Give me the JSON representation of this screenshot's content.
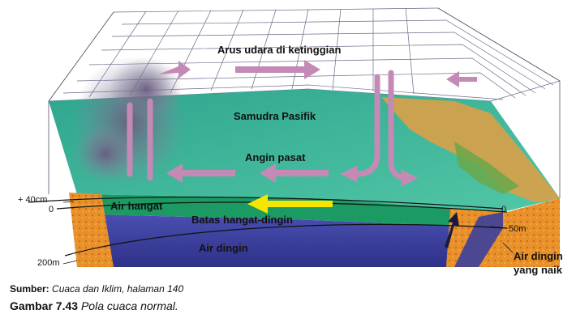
{
  "diagram": {
    "labels": {
      "upper_current": "Arus udara di ketinggian",
      "ocean": "Samudra Pasifik",
      "trade_winds": "Angin pasat",
      "warm_water": "Air hangat",
      "thermocline": "Batas hangat-dingin",
      "cold_water": "Air dingin",
      "upwelling_line1": "Air dingin",
      "upwelling_line2": "yang naik"
    },
    "depth_marks": {
      "plus40": "+ 40cm",
      "zero_left": "0",
      "zero_right": "0",
      "m50": "50m",
      "m200": "200m"
    },
    "colors": {
      "ocean_surface": "#3fb89a",
      "warm_layer": "#1f9e6a",
      "cold_layer": "#3a3f9c",
      "arrow_wind": "#c48ab5",
      "arrow_warm": "#f5e600",
      "land": "#e0902a"
    }
  },
  "caption": {
    "source_label": "Sumber:",
    "source_text": "Cuaca dan Iklim, halaman 140",
    "figure_label": "Gambar 7.43",
    "figure_text": "Pola cuaca normal."
  }
}
